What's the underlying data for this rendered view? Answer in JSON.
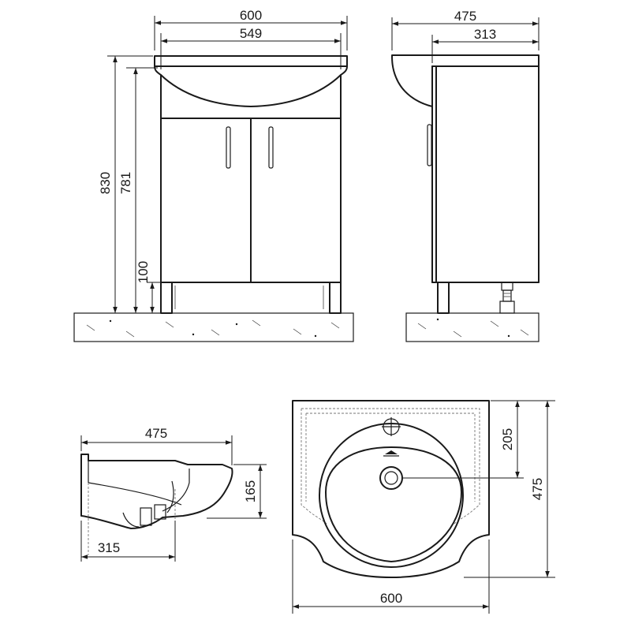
{
  "dimensions": {
    "front_overall_width": "600",
    "front_inner_width": "549",
    "front_total_height": "830",
    "front_cabinet_height": "781",
    "front_leg_height": "100",
    "side_overall_depth": "475",
    "side_cabinet_depth": "313",
    "basin_side_depth": "475",
    "basin_side_height": "165",
    "basin_side_base_depth": "315",
    "basin_top_tap_offset": "205",
    "basin_top_depth": "475",
    "basin_top_width": "600"
  }
}
